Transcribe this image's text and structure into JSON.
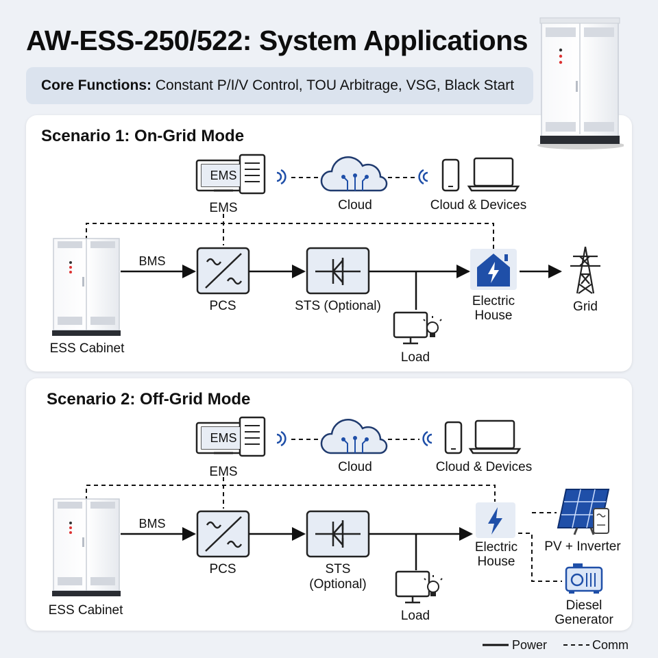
{
  "title": "AW-ESS-250/522: System Applications",
  "core_functions": {
    "label": "Core Functions:",
    "text": "Constant P/I/V Control, TOU Arbitrage, VSG, Black Start"
  },
  "scenario1": {
    "title": "Scenario 1: On-Grid Mode",
    "ems_screen": "EMS",
    "ems_label": "EMS",
    "cloud_label": "Cloud",
    "devices_label": "Cloud & Devices",
    "ess_label": "ESS Cabinet",
    "bms_label": "BMS",
    "pcs_label": "PCS",
    "sts_label": "STS (Optional)",
    "load_label": "Load",
    "house_label_1": "Electric",
    "house_label_2": "House",
    "grid_label": "Grid"
  },
  "scenario2": {
    "title": "Scenario 2: Off-Grid Mode",
    "ems_screen": "EMS",
    "ems_label": "EMS",
    "cloud_label": "Cloud",
    "devices_label": "Cloud & Devices",
    "ess_label": "ESS Cabinet",
    "bms_label": "BMS",
    "pcs_label": "PCS",
    "sts_label_1": "STS",
    "sts_label_2": "(Optional)",
    "load_label": "Load",
    "house_label_1": "Electric",
    "house_label_2": "House",
    "pv_label": "PV + Inverter",
    "diesel_label_1": "Diesel",
    "diesel_label_2": "Generator"
  },
  "legend": {
    "power": "Power",
    "comm": "Comm"
  },
  "colors": {
    "accent_blue": "#1f4fa8",
    "block_fill": "#e6ecf5",
    "panel_bg": "#ffffff",
    "core_bar_bg": "#dbe3ee"
  }
}
